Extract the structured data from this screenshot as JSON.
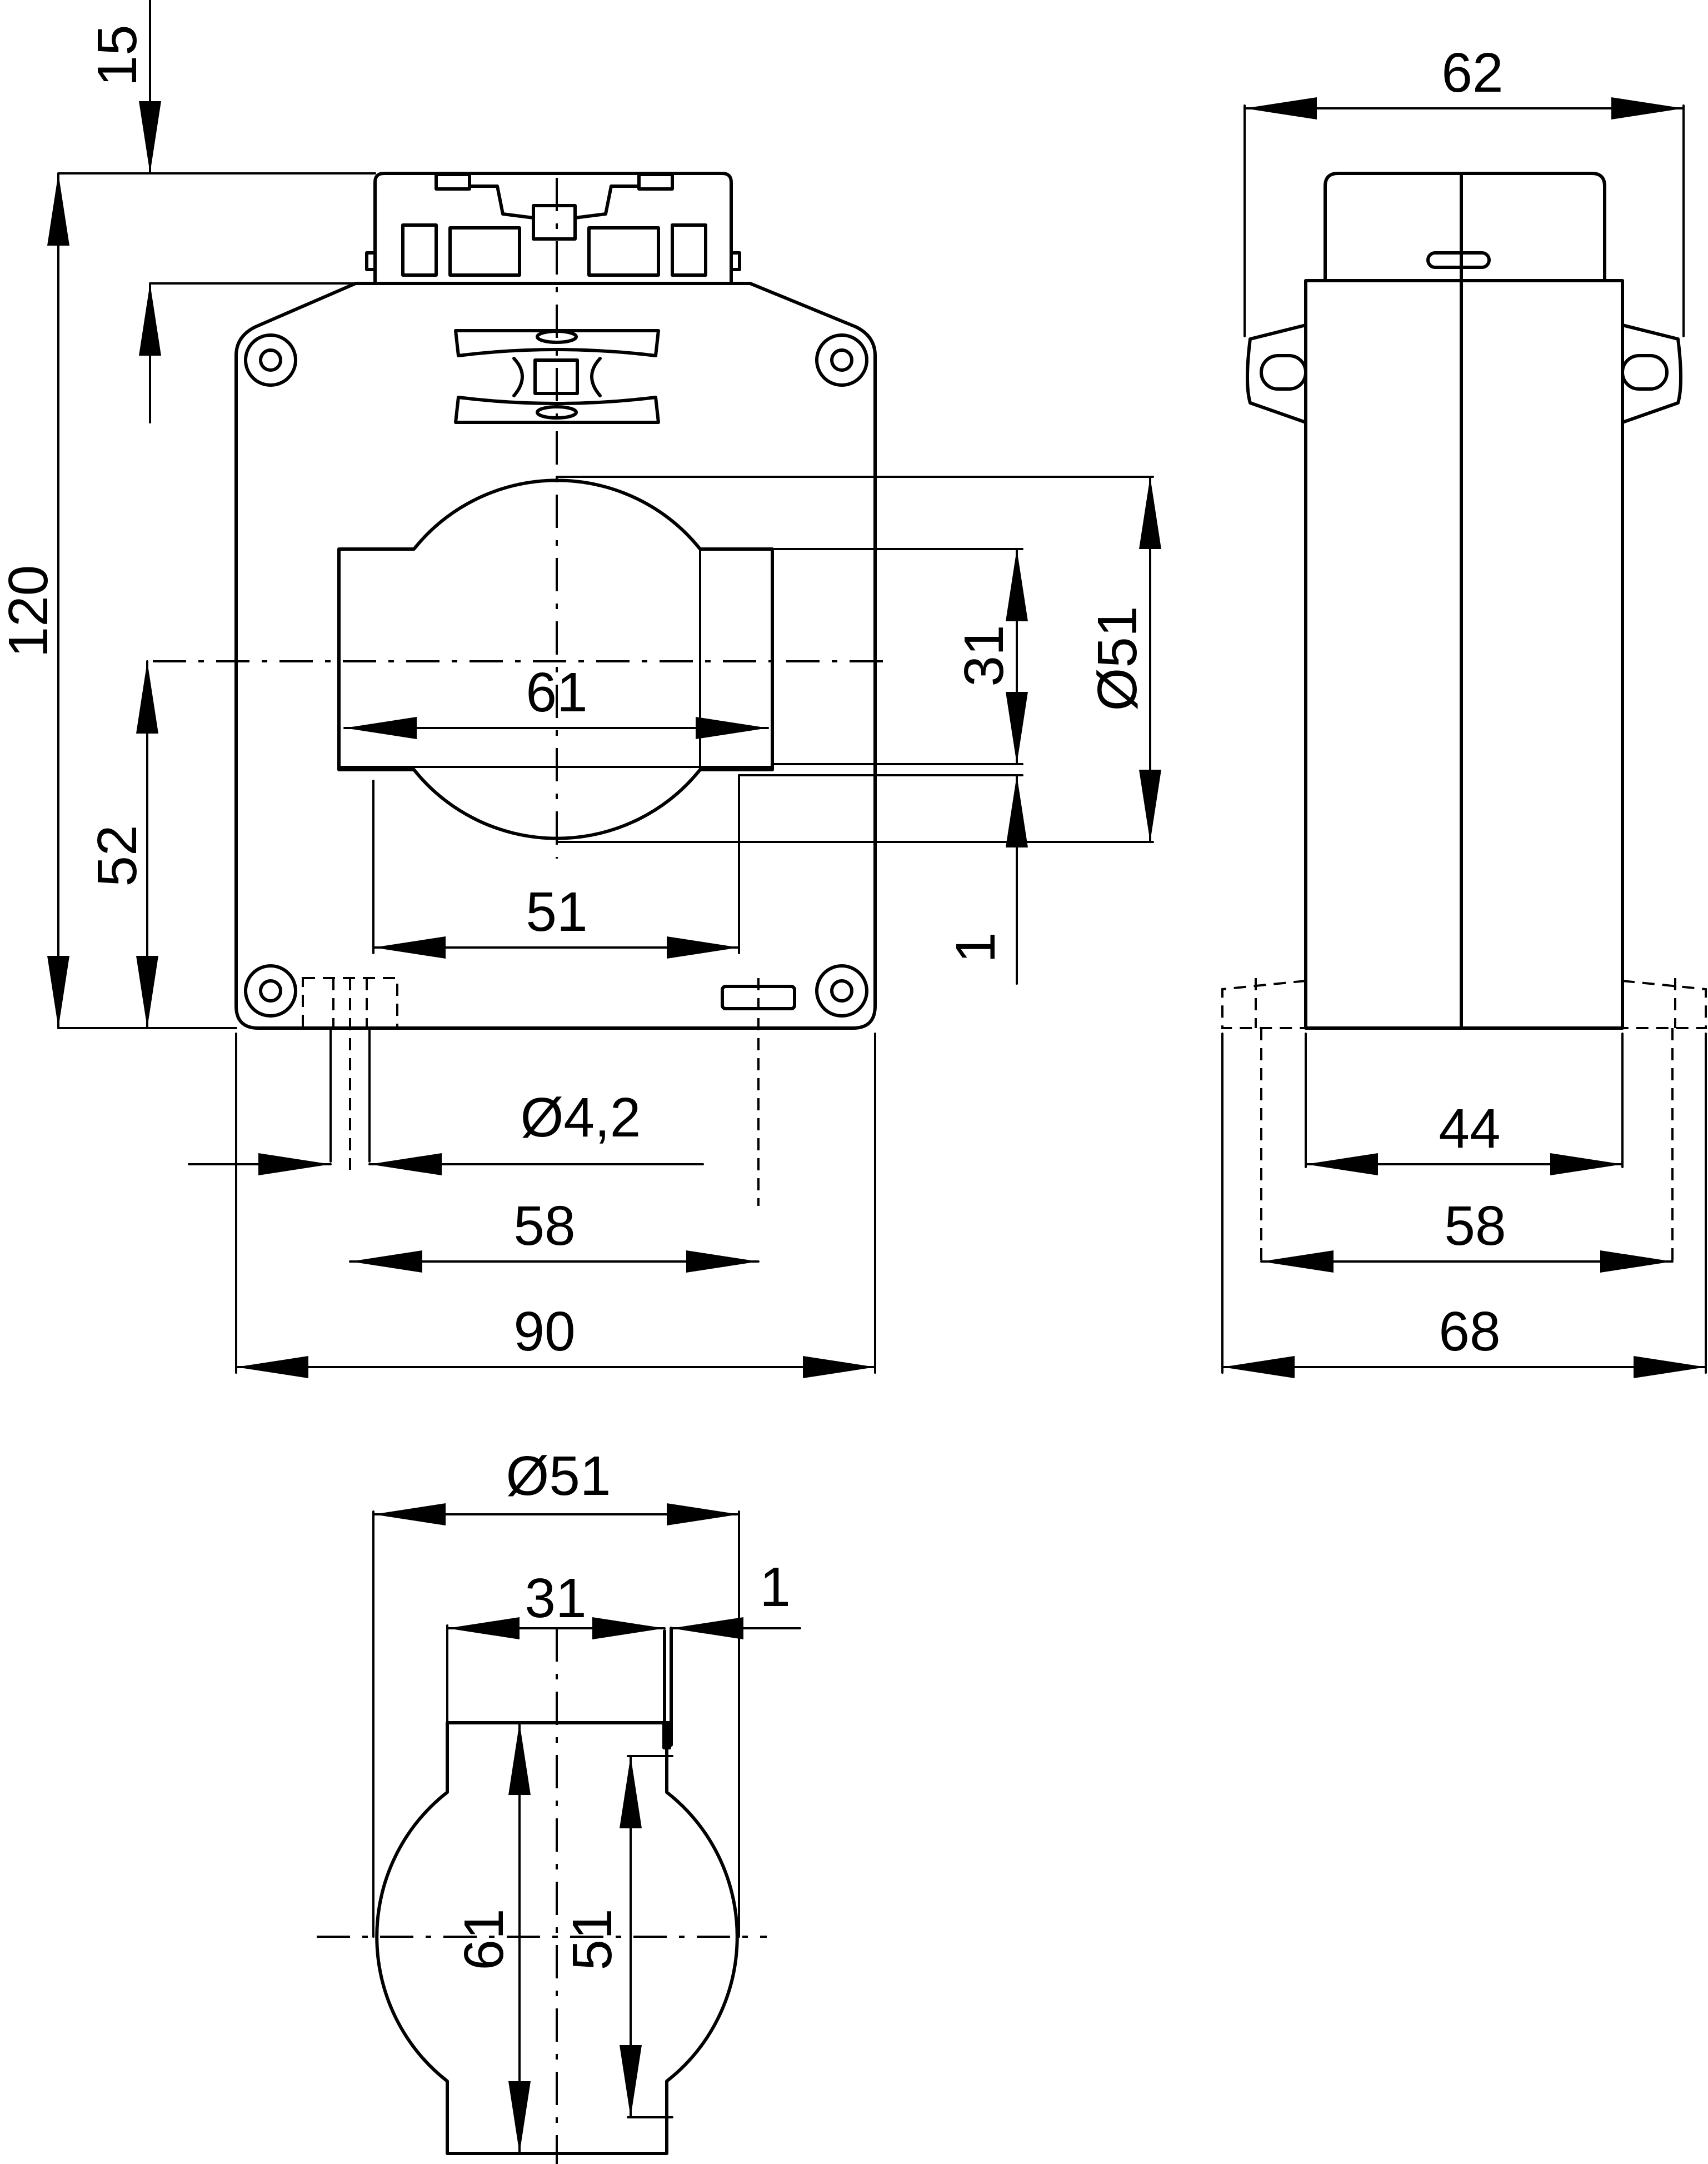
{
  "front_view": {
    "dim_15": "15",
    "dim_120": "120",
    "dim_52": "52",
    "dim_61": "61",
    "dim_51_width": "51",
    "dim_31": "31",
    "dim_diameter_51": "Ø51",
    "dim_1": "1",
    "dim_hole_diameter": "Ø4,2",
    "dim_58": "58",
    "dim_90": "90"
  },
  "side_view": {
    "dim_62": "62",
    "dim_44": "44",
    "dim_58": "58",
    "dim_68": "68"
  },
  "window_view": {
    "dim_diameter_51": "Ø51",
    "dim_31": "31",
    "dim_1": "1",
    "dim_61": "61",
    "dim_51": "51"
  },
  "colors": {
    "line": "#000000",
    "background": "#ffffff"
  }
}
